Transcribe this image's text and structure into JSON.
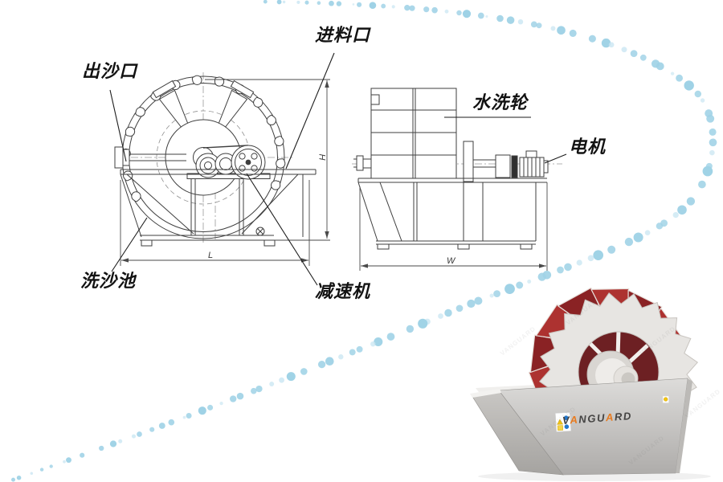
{
  "diagram": {
    "front_view": {
      "labels": {
        "sand_outlet": "出沙口",
        "feed_inlet": "进料口",
        "washing_tank": "洗沙池",
        "reducer": "减速机"
      },
      "dimensions": {
        "height": "H",
        "length": "L"
      }
    },
    "side_view": {
      "labels": {
        "washing_wheel": "水洗轮",
        "motor": "电机"
      },
      "dimensions": {
        "width": "W"
      }
    }
  },
  "product": {
    "brand_full": "VANGUARD",
    "brand_parts": {
      "p1": "V",
      "p2": "A",
      "p3": "NGU",
      "p4": "A",
      "p5": "RD"
    }
  },
  "colors": {
    "dot_blue": "#9fd2e6",
    "dot_blue_light": "#c9e6f2",
    "line": "#3f3f3f",
    "wheel_red": "#ad3230",
    "wheel_red_dark": "#8a2224",
    "interior_red": "#6d2023",
    "steel_light": "#e7e5e2",
    "tank_front": "#d6d5d2",
    "tank_side": "#c3c1be",
    "brand_dark": "#454443",
    "brand_orange": "#e87a1e",
    "warning_yellow": "#f2c412",
    "warning_blue": "#2277cc"
  }
}
